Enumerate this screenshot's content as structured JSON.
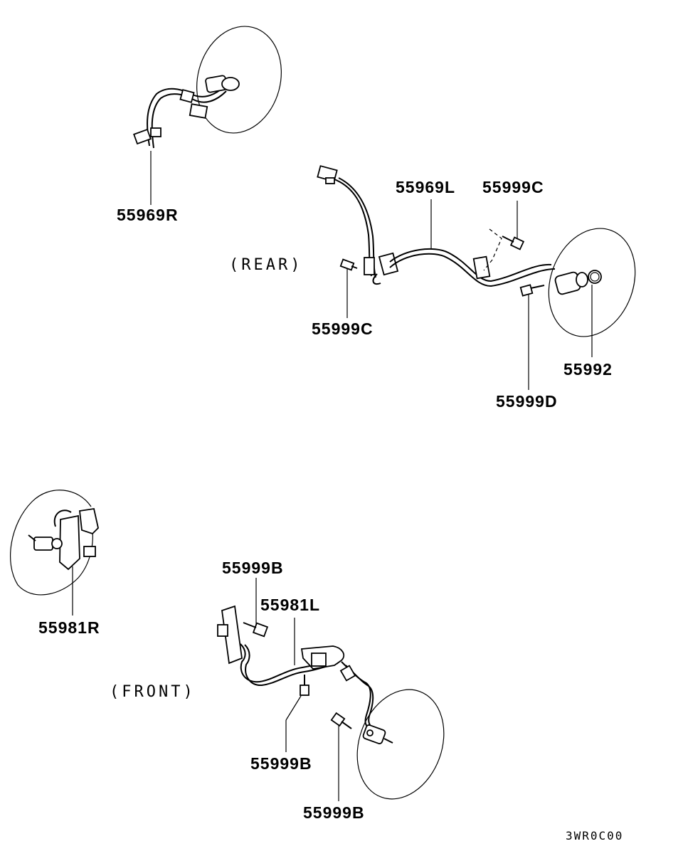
{
  "sections": {
    "rear": "(REAR)",
    "front": "(FRONT)"
  },
  "parts": {
    "p55969R": "55969R",
    "p55969L": "55969L",
    "p55999C_top": "55999C",
    "p55999C_bottom": "55999C",
    "p55992": "55992",
    "p55999D": "55999D",
    "p55981R": "55981R",
    "p55981L": "55981L",
    "p55999B_top": "55999B",
    "p55999B_mid": "55999B",
    "p55999B_bottom": "55999B"
  },
  "diagram_code": "3WR0C00"
}
